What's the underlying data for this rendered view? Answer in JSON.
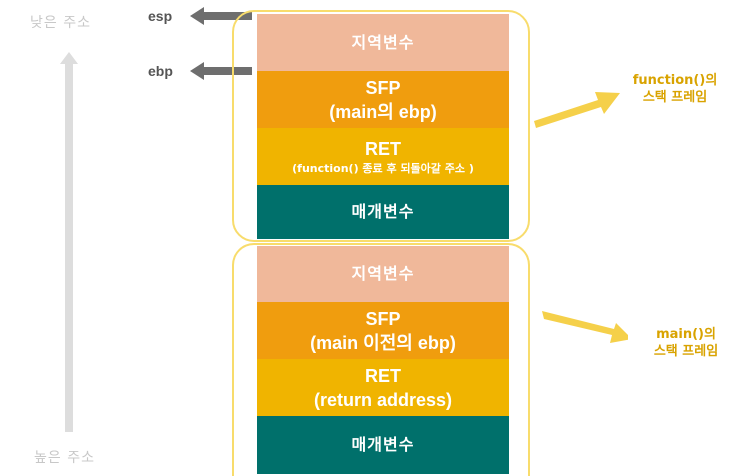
{
  "address_axis": {
    "low_label": "낮은 주소",
    "high_label": "높은 주소"
  },
  "registers": {
    "esp": "esp",
    "ebp": "ebp"
  },
  "function_frame": {
    "caption_line1": "function()의",
    "caption_line2": "스택 프레임",
    "local": "지역변수",
    "sfp_line1": "SFP",
    "sfp_line2": "(main의 ebp)",
    "ret_line1": "RET",
    "ret_line2": "(function() 종료 후 되돌아갈 주소 )",
    "param": "매개변수"
  },
  "main_frame": {
    "caption_line1": "main()의",
    "caption_line2": "스택 프레임",
    "local": "지역변수",
    "sfp_line1": "SFP",
    "sfp_line2": "(main 이전의 ebp)",
    "ret_line1": "RET",
    "ret_line2": "(return address)",
    "param": "매개변수"
  },
  "colors": {
    "local": "#f0b89a",
    "sfp": "#f09d0e",
    "ret": "#f0b400",
    "param": "#00706b",
    "frame_outline": "#f8dc6c",
    "caption": "#d9a300",
    "axis": "#dddddd",
    "pointer": "#6e6e6e"
  }
}
